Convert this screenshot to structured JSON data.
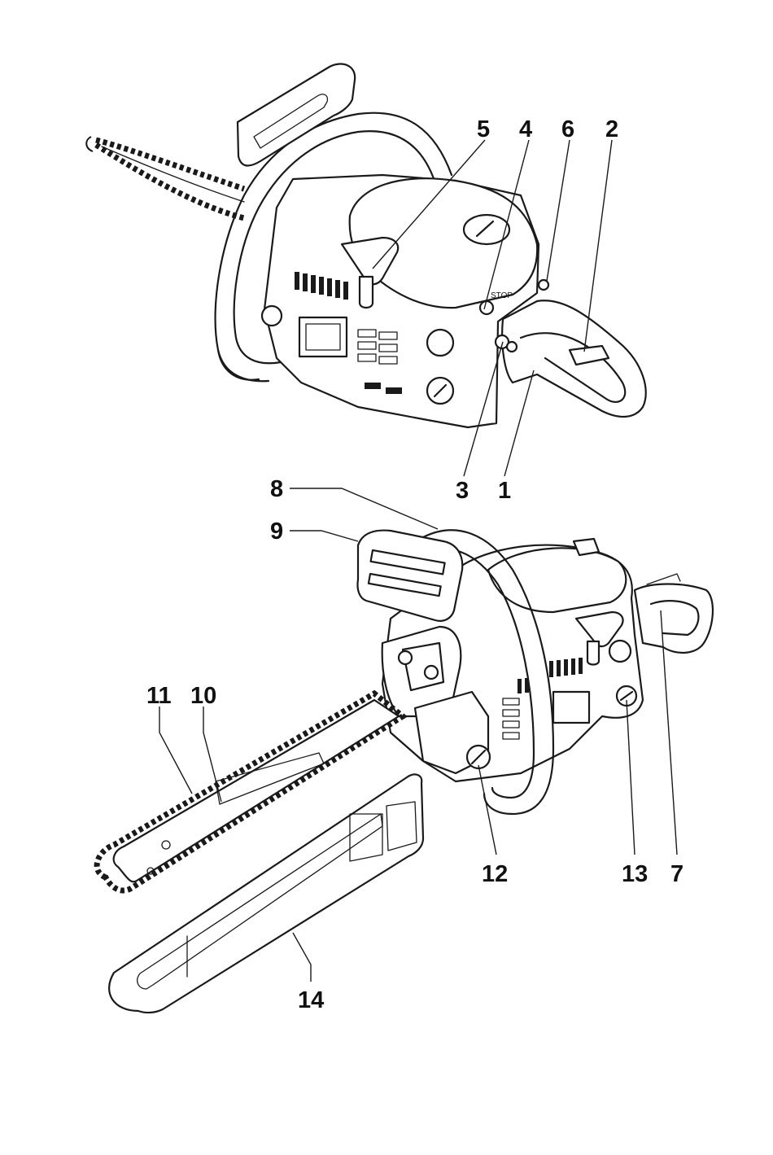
{
  "figure": {
    "background": "#ffffff",
    "line_color": "#1a1a1a",
    "views": [
      {
        "id": "top-view",
        "callouts": [
          {
            "label": "5"
          },
          {
            "label": "4"
          },
          {
            "label": "6"
          },
          {
            "label": "2"
          },
          {
            "label": "3"
          },
          {
            "label": "1"
          }
        ]
      },
      {
        "id": "bottom-view",
        "callouts": [
          {
            "label": "8"
          },
          {
            "label": "9"
          },
          {
            "label": "11"
          },
          {
            "label": "10"
          },
          {
            "label": "12"
          },
          {
            "label": "13"
          },
          {
            "label": "7"
          },
          {
            "label": "14"
          }
        ]
      }
    ],
    "printed_marks": {
      "stop_text": "STOP"
    }
  }
}
